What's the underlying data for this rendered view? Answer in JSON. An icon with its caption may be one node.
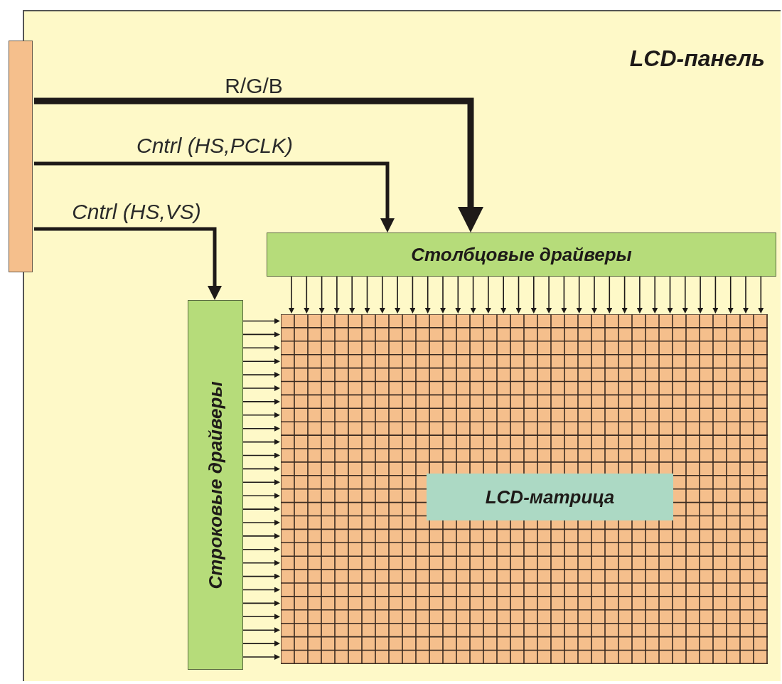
{
  "diagram": {
    "nodes": [
      {
        "text": [
          "LCD-панель"
        ]
      },
      {
        "text": [],
        "shape": "bar"
      },
      {
        "text": [
          "Столбцовые драйверы"
        ],
        "in": 0
      },
      {
        "text": [
          "Строковые драйверы"
        ],
        "in": 0
      },
      {
        "text": [],
        "shape": "box",
        "in": 0
      },
      {
        "text": [
          "LCD-матрица"
        ],
        "in": 4
      }
    ],
    "edges": [
      {
        "from": 1,
        "to": 2,
        "arrow": "to",
        "label": "R/G/B",
        "style": "thick"
      },
      {
        "from": 1,
        "to": 2,
        "arrow": "to",
        "label": "Cntrl (HS,PCLK)"
      },
      {
        "from": 1,
        "to": 3,
        "arrow": "to",
        "label": "Cntrl (HS,VS)"
      },
      {
        "from": 2,
        "to": 4,
        "arrow": "to"
      },
      {
        "from": 3,
        "to": 4,
        "arrow": "to"
      }
    ]
  }
}
